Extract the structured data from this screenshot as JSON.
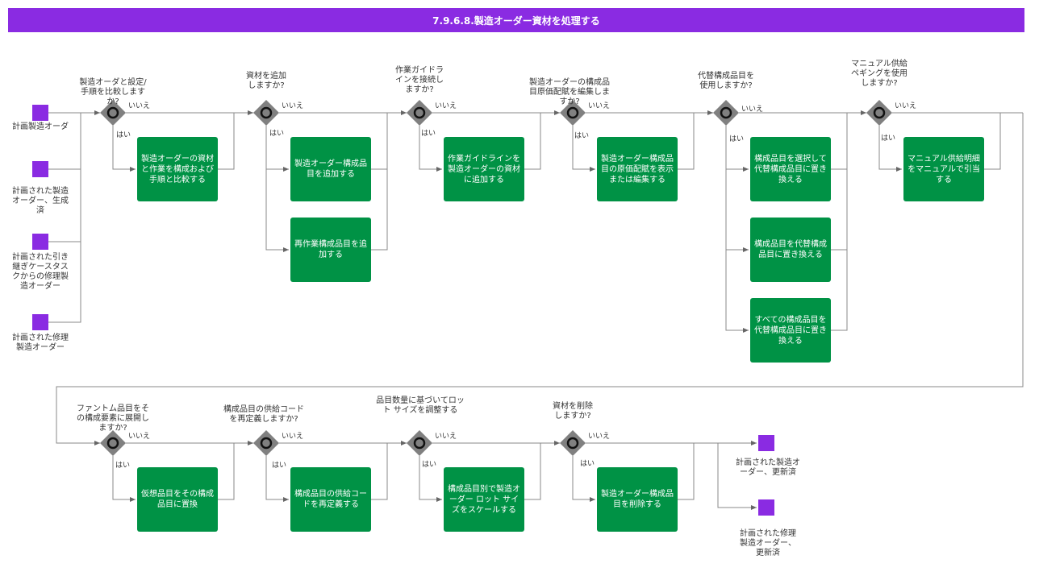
{
  "title": "7.9.6.8.製造オーダー資材を処理する",
  "colors": {
    "title_bg": "#8a2be2",
    "task": "#009245",
    "event": "#8a2be2",
    "gateway": "#808080"
  },
  "start_events": [
    "計画製造オーダ",
    "計画された製造オーダー、生成済",
    "計画された引き 継ぎケースタス クからの修理製 造オーダー",
    "計画された修理製造オーダー"
  ],
  "gateways": [
    "製造オーダと設定/手順を比較しますか?",
    "資材を追加しますか?",
    "作業ガイドラインを接続しますか?",
    "製造オーダーの構成品目原価配賦を編集しますか?",
    "代替構成品目を使用しますか?",
    "マニュアル供給ペギングを使用しますか?",
    "ファントム品目をその構成要素に展開しますか?",
    "構成品目の供給コードを再定義しますか?",
    "品目数量に基づいてロット サイズを調整する",
    "資材を削除しますか?"
  ],
  "tasks": [
    "製造オーダーの資材と作業を構成および手順と比較する",
    "製造オーダー構成品目を追加する",
    "再作業構成品目を追加する",
    "作業ガイドラインを製造オーダーの資材に追加する",
    "製造オーダー構成品目の原価配賦を表示または編集する",
    "構成品目を選択して代替構成品目に置き換える",
    "構成品目を代替構成品目に置き換える",
    "すべての構成品目を代替構成品目に置き換える",
    "マニュアル供給明細をマニュアルで引当する",
    "仮想品目をその構成品目に置換",
    "構成品目の供給コードを再定義する",
    "構成品目別で製造オーダー ロット サイズをスケールする",
    "製造オーダー構成品目を削除する"
  ],
  "end_events": [
    "計画された製造オーダー、更新済",
    "計画された修理 製造オーダー、 更新済"
  ],
  "yes_label": "はい",
  "no_label": "いいえ"
}
